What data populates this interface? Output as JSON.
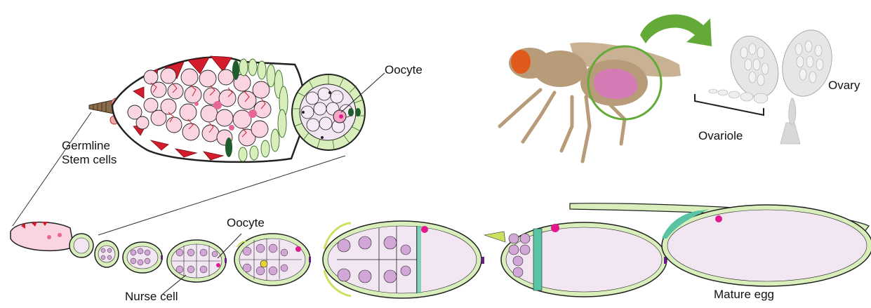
{
  "labels": {
    "oocyte_top": "Oocyte",
    "germline_line1": "Germline",
    "germline_line2": "Stem cells",
    "ovary": "Ovary",
    "ovariole": "Ovariole",
    "oocyte_bottom": "Oocyte",
    "nurse_cell": "Nurse cell",
    "mature_egg": "Mature egg"
  },
  "colors": {
    "nurse_cell_fill": "#fad4e0",
    "nurse_nucleus": "#e6669a",
    "red_membrane": "#d41c2c",
    "follicle_green": "#d8efbb",
    "follicle_stroke": "#3a6b2a",
    "dark_green": "#1f5e2c",
    "egg_fill": "#efe4f2",
    "nurse_purple": "#d3a6d8",
    "magenta": "#e3178d",
    "teal": "#58c4a4",
    "yellow_green": "#cde05e",
    "fly_body": "#b89b78",
    "fly_eye": "#e05a1c",
    "fly_ovary": "#d47bb5",
    "arrow_green": "#63aa38",
    "ovary_gray": "#d8d8d8"
  },
  "icons": [
    "fruit-fly-icon",
    "curved-arrow-icon",
    "ovary-icon"
  ]
}
